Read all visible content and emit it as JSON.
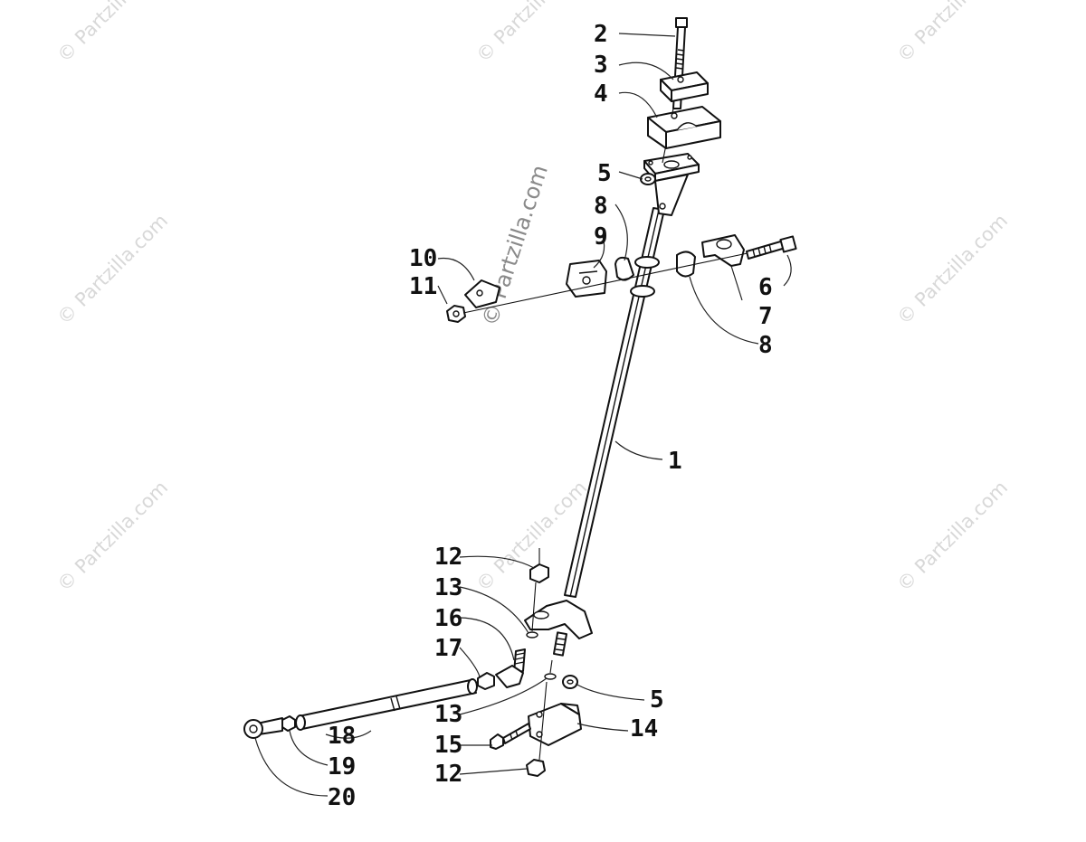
{
  "watermarks": {
    "faint": "© Partzilla.com",
    "bold": "© Partzilla.com"
  },
  "callouts": {
    "c1": "1",
    "c2": "2",
    "c3": "3",
    "c4": "4",
    "c5a": "5",
    "c5b": "5",
    "c6": "6",
    "c7": "7",
    "c8a": "8",
    "c8b": "8",
    "c9": "9",
    "c10": "10",
    "c11": "11",
    "c12a": "12",
    "c12b": "12",
    "c13a": "13",
    "c13b": "13",
    "c14": "14",
    "c15": "15",
    "c16": "16",
    "c17": "17",
    "c18": "18",
    "c19": "19",
    "c20": "20"
  },
  "colors": {
    "line": "#111111",
    "watermark": "#d8d8d8",
    "background": "#ffffff"
  }
}
